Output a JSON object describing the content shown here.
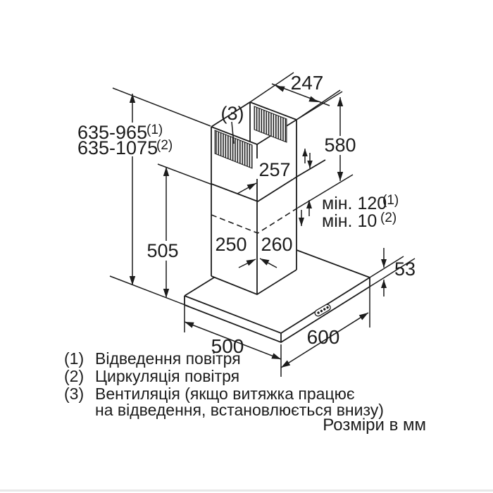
{
  "drawing": {
    "units_note": "Розміри в мм",
    "dims": {
      "top_width": "247",
      "upper_section_height": "580",
      "upper_section_width": "257",
      "height_range_1": "635-965",
      "height_range_1_ref": "(1)",
      "height_range_2": "635-1075",
      "height_range_2_ref": "(2)",
      "min_overlap_1": "мін. 120",
      "min_overlap_1_ref": "(1)",
      "min_overlap_2": "мін. 10",
      "min_overlap_2_ref": "(2)",
      "lower_section_height": "505",
      "chimney_width": "250",
      "chimney_depth": "260",
      "hood_body_height": "53",
      "hood_depth": "500",
      "hood_width": "600",
      "vent_ref": "(3)"
    },
    "legend": [
      {
        "ref": "(1)",
        "text": "Відведення повітря"
      },
      {
        "ref": "(2)",
        "text": "Циркуляція повітря"
      },
      {
        "ref": "(3)",
        "text": "Вентиляція (якщо витяжка працює"
      },
      {
        "ref": "",
        "text": "на відведення, встановлюється внизу)"
      }
    ]
  }
}
